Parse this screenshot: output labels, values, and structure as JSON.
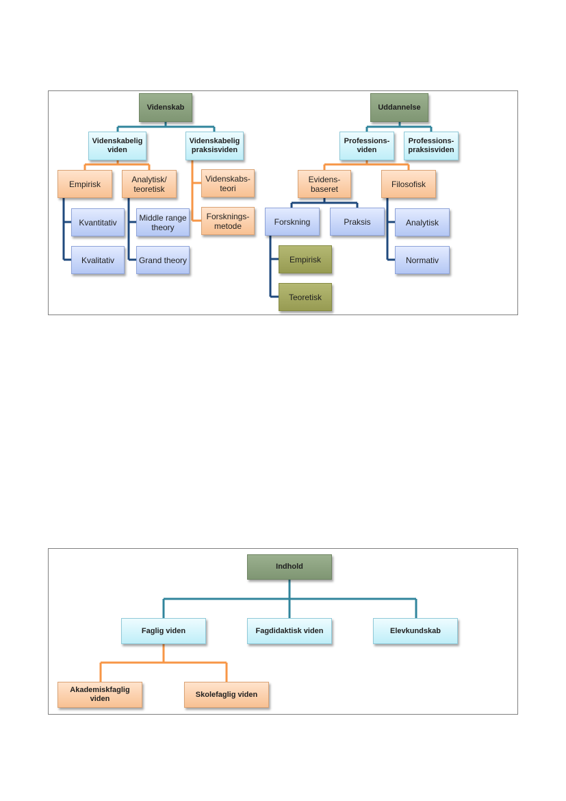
{
  "diagram1": {
    "left_tree": {
      "root": "Videnskab",
      "level1": [
        "Videnskabelig\nviden",
        "Videnskabelig\npraksisviden"
      ],
      "level2_a": [
        "Empirisk",
        "Analytisk/\nteoretisk"
      ],
      "level2_b": [
        "Videnskabs-\nteori",
        "Forsknings-\nmetode"
      ],
      "empirisk_children": [
        "Kvantitativ",
        "Kvalitativ"
      ],
      "analytisk_children": [
        "Middle range\ntheory",
        "Grand theory"
      ]
    },
    "right_tree": {
      "root": "Uddannelse",
      "level1": [
        "Professions-\nviden",
        "Professions-\npraksisviden"
      ],
      "level2": [
        "Evidens-\nbaseret",
        "Filosofisk"
      ],
      "evidens_children": [
        "Forskning",
        "Praksis"
      ],
      "forskning_children": [
        "Empirisk",
        "Teoretisk"
      ],
      "filosofisk_children": [
        "Analytisk",
        "Normativ"
      ]
    }
  },
  "diagram2": {
    "root": "Indhold",
    "level1": [
      "Faglig viden",
      "Fagdidaktisk viden",
      "Elevkundskab"
    ],
    "level2": [
      "Akademiskfaglig\nviden",
      "Skolefaglig viden"
    ]
  },
  "colors": {
    "connector_teal": "#31859c",
    "connector_orange": "#f79646",
    "connector_navy": "#1f497d"
  }
}
